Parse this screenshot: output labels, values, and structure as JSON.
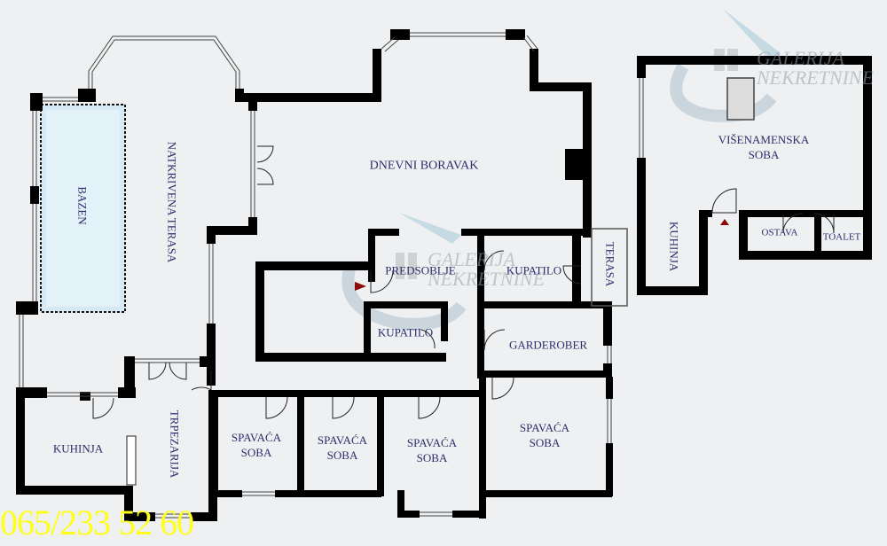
{
  "plan": {
    "title": "Floor plan",
    "accent_color": "#2b2e6b",
    "wall_color": "#000000",
    "pool_color": "#cfe6f5"
  },
  "rooms": {
    "bazen": "BAZEN",
    "natkrivena_terasa": "NATKRIVENA TERASA",
    "dnevni_boravak": "DNEVNI BORAVAK",
    "predsoblje": "PREDSOBLJE",
    "kupatilo_1": "KUPATILO",
    "kupatilo_2": "KUPATILO",
    "terasa": "TERASA",
    "garderober": "GARDEROBER",
    "kuhinja_main": "KUHINJA",
    "trpezarija": "TRPEZARIJA",
    "spavaca_1": "SPAVAĆA\nSOBA",
    "spavaca_2": "SPAVAĆA\nSOBA",
    "spavaca_3": "SPAVAĆA\nSOBA",
    "spavaca_4": "SPAVAĆA\nSOBA",
    "visenamenska": "VIŠENAMENSKA\nSOBA",
    "kuhinja_annex": "KUHINJA",
    "ostava": "OSTAVA",
    "toalet": "TOALET"
  },
  "watermark": {
    "line1": "GALERIJA",
    "line2": "NEKRETNINE"
  },
  "contact": {
    "phone": "065/233 52 60",
    "phone_color": "#ffff1a"
  },
  "markers": {
    "entrance_main": "entrance-arrow",
    "entrance_annex": "entrance-arrow"
  }
}
